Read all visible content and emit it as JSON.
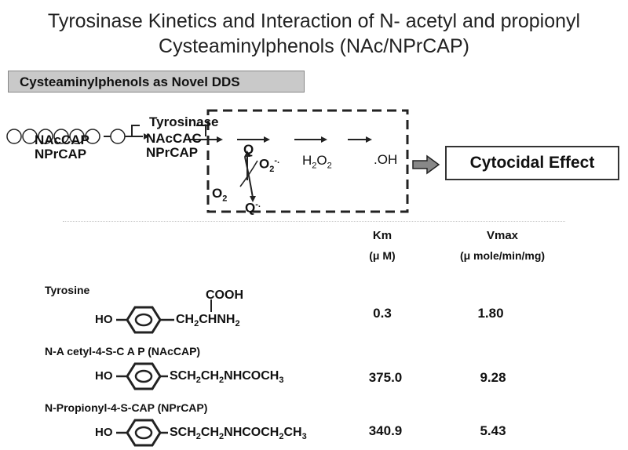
{
  "title": {
    "line1": "Tyrosinase Kinetics and Interaction of N- acetyl and propionyl",
    "line2": "Cysteaminylphenols (NAc/NPrCAP)"
  },
  "banner": "Cysteaminylphenols as Novel DDS",
  "pathway": {
    "drug_top": "NAcCAP",
    "drug_bottom": "NPrCAP",
    "enzyme": "Tyrosinase",
    "product_top": "NAcCAC",
    "product_bottom": "NPrCAP",
    "q": "Q",
    "q_minus": "Q",
    "o2": "O",
    "o2_sub": "2",
    "superoxide": "O",
    "h2o2": "H",
    "oh": ".OH",
    "effect": "Cytocidal Effect"
  },
  "table": {
    "km_header": "Km",
    "km_unit": "(μ M)",
    "vmax_header": "Vmax",
    "vmax_unit": "(μ mole/min/mg)",
    "rows": [
      {
        "name": "Tyrosine",
        "km": "0.3",
        "vmax": "1.80"
      },
      {
        "name": "N-A cetyl-4-S-C A P  (NAcCAP)",
        "km": "375.0",
        "vmax": "9.28"
      },
      {
        "name": "N-Propionyl-4-S-CAP  (NPrCAP)",
        "km": "340.9",
        "vmax": "5.43"
      }
    ]
  },
  "structures": {
    "ho": "HO",
    "cooh": "COOH",
    "tyr_chain": "CH2CHNH2",
    "nac_chain": "SCH2CH2NHCOCH3",
    "npr_chain": "SCH2CH2NHCOCH2CH3"
  }
}
